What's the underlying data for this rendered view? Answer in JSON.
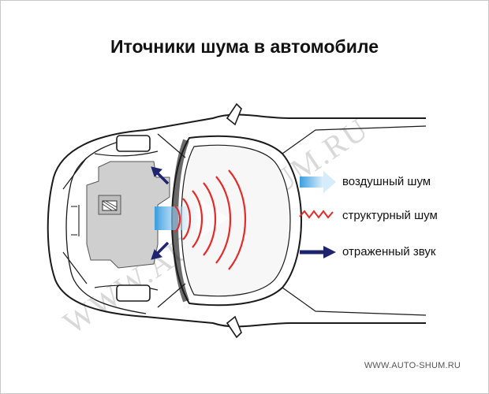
{
  "title": "Иточники шума в автомобиле",
  "watermark": "WWW.AUTO-SHUM.RU",
  "footer": "WWW.AUTO-SHUM.RU",
  "legend": [
    {
      "icon": "blue-gradient-arrow-icon",
      "label": "воздушный шум"
    },
    {
      "icon": "red-zigzag-icon",
      "label": "структурный шум"
    },
    {
      "icon": "navy-arrow-icon",
      "label": "отраженный звук"
    }
  ],
  "colors": {
    "airborne": "#3a9ee0",
    "structural": "#e52a2a",
    "reflected": "#1e2470",
    "engine": "#cfcfcf",
    "outline": "#1a1a1a"
  }
}
